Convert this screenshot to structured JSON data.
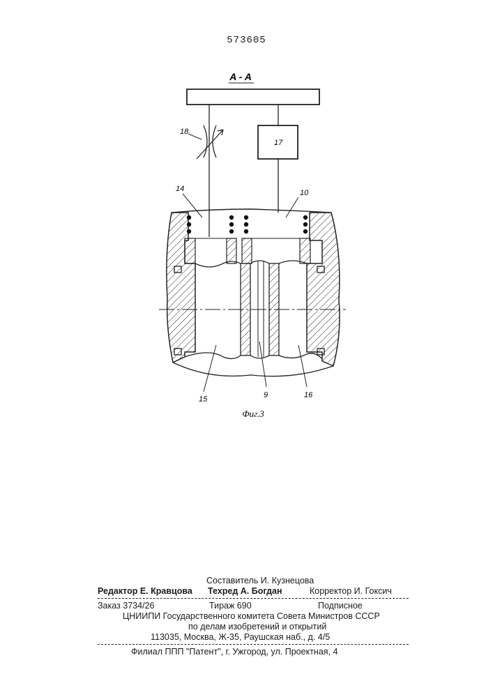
{
  "header": {
    "patent_number": "573605"
  },
  "figure": {
    "section_label": "A - A",
    "caption": "Фиг.3",
    "labels": {
      "l18": "18",
      "l17": "17",
      "l14": "14",
      "l10": "10",
      "l15": "15",
      "l9": "9",
      "l16": "16"
    }
  },
  "colophon": {
    "compiler": "Составитель И. Кузнецова",
    "editor": "Редактор Е. Кравцова",
    "techred": "Техред А. Богдан",
    "corrector": "Корректор И. Гоксич",
    "order": "Заказ 3734/26",
    "circulation": "Тираж 690",
    "subscription": "Подписное",
    "org_line1": "ЦНИИПИ Государственного комитета Совета Министров СССР",
    "org_line2": "по делам изобретений и открытий",
    "address": "113035, Москва, Ж-35, Раушская наб., д. 4/5",
    "branch": "Филиал ППП \"Патент\", г. Ужгород, ул. Проектная, 4"
  }
}
